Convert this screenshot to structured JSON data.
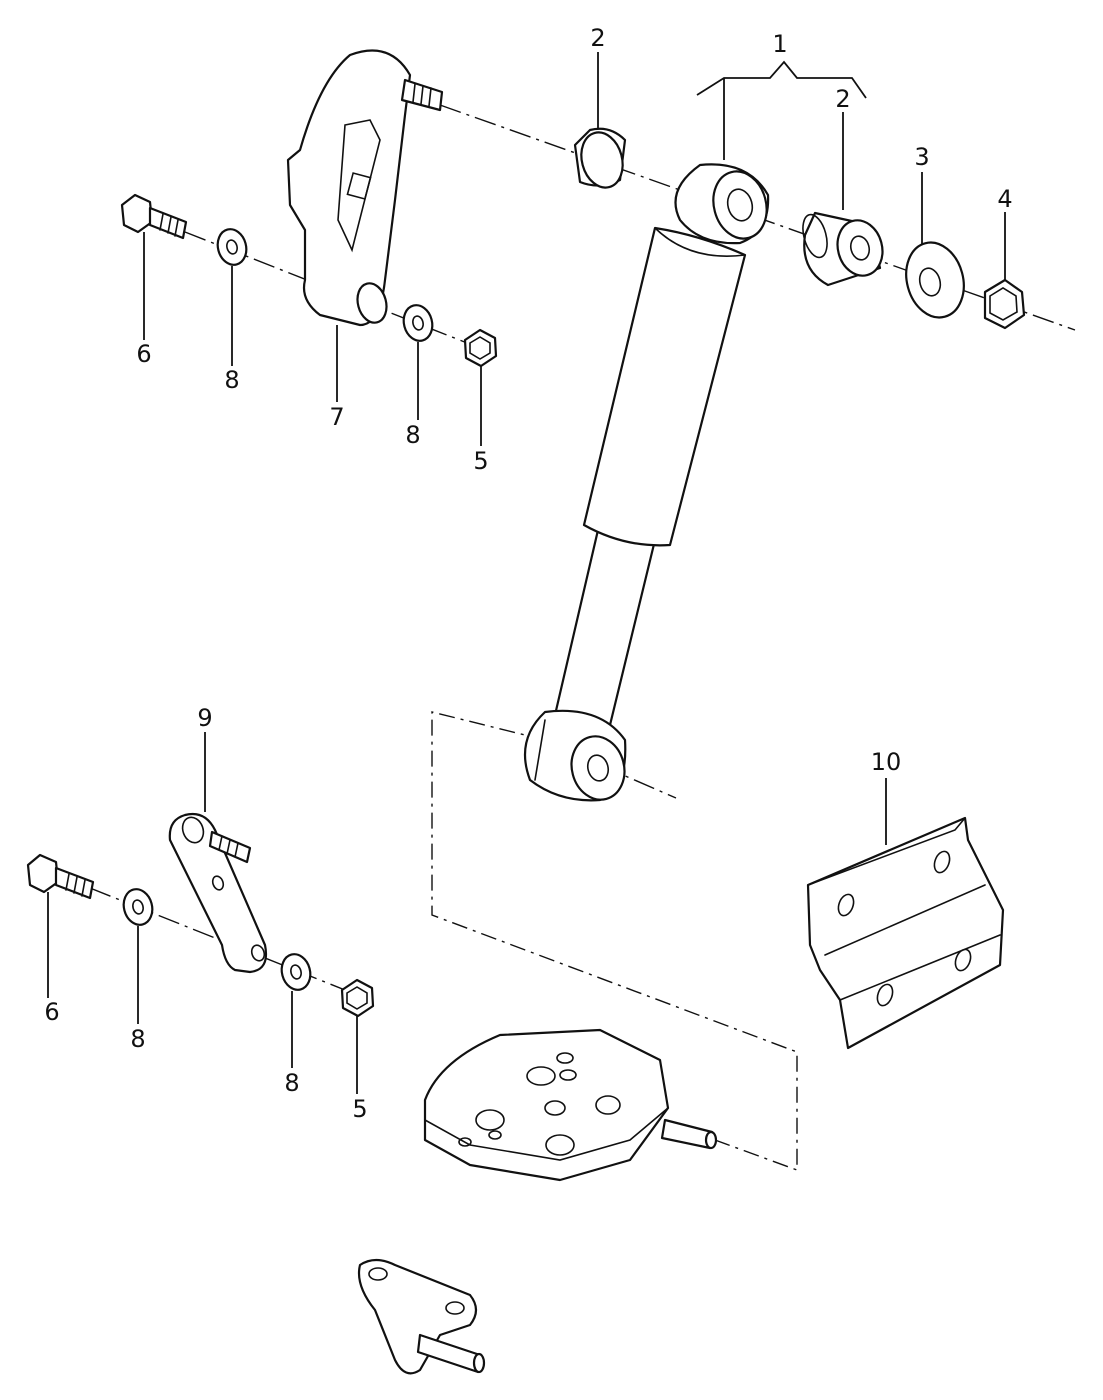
{
  "diagram": {
    "callouts": {
      "c1": "1",
      "c2a": "2",
      "c2b": "2",
      "c3": "3",
      "c4": "4",
      "c5a": "5",
      "c5b": "5",
      "c6a": "6",
      "c6b": "6",
      "c7": "7",
      "c8a": "8",
      "c8b": "8",
      "c8c": "8",
      "c8d": "8",
      "c9": "9",
      "c10": "10"
    },
    "colors": {
      "line": "#111111",
      "background": "#ffffff"
    }
  }
}
